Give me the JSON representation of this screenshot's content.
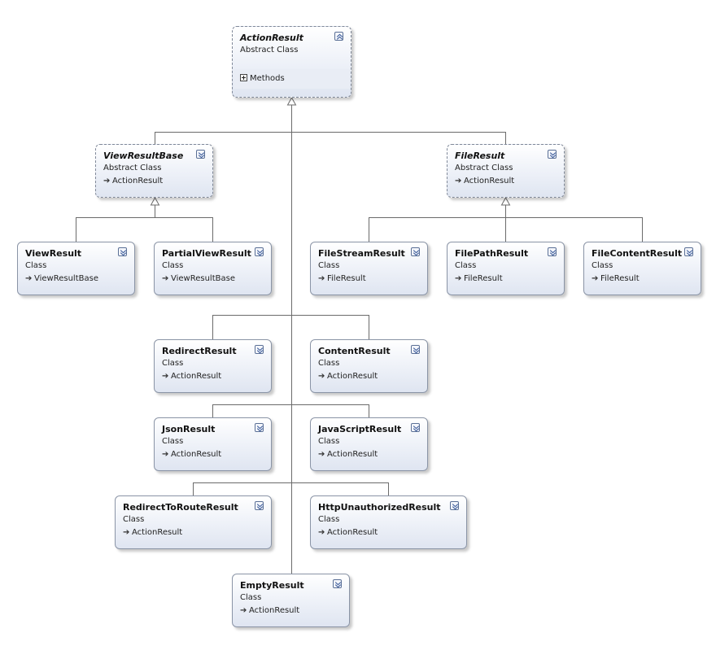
{
  "diagram": {
    "root": {
      "name": "ActionResult",
      "kind": "Abstract Class",
      "compartment": "Methods"
    },
    "classes": [
      {
        "id": "viewresultbase",
        "name": "ViewResultBase",
        "kind": "Abstract Class",
        "base": "ActionResult",
        "abstract": true
      },
      {
        "id": "fileresult",
        "name": "FileResult",
        "kind": "Abstract Class",
        "base": "ActionResult",
        "abstract": true
      },
      {
        "id": "viewresult",
        "name": "ViewResult",
        "kind": "Class",
        "base": "ViewResultBase"
      },
      {
        "id": "partialviewresult",
        "name": "PartialViewResult",
        "kind": "Class",
        "base": "ViewResultBase"
      },
      {
        "id": "filestreamresult",
        "name": "FileStreamResult",
        "kind": "Class",
        "base": "FileResult"
      },
      {
        "id": "filepathresult",
        "name": "FilePathResult",
        "kind": "Class",
        "base": "FileResult"
      },
      {
        "id": "filecontentresult",
        "name": "FileContentResult",
        "kind": "Class",
        "base": "FileResult"
      },
      {
        "id": "redirectresult",
        "name": "RedirectResult",
        "kind": "Class",
        "base": "ActionResult"
      },
      {
        "id": "contentresult",
        "name": "ContentResult",
        "kind": "Class",
        "base": "ActionResult"
      },
      {
        "id": "jsonresult",
        "name": "JsonResult",
        "kind": "Class",
        "base": "ActionResult"
      },
      {
        "id": "javascriptresult",
        "name": "JavaScriptResult",
        "kind": "Class",
        "base": "ActionResult"
      },
      {
        "id": "redirecttorouteresult",
        "name": "RedirectToRouteResult",
        "kind": "Class",
        "base": "ActionResult"
      },
      {
        "id": "httpunauthorizedresult",
        "name": "HttpUnauthorizedResult",
        "kind": "Class",
        "base": "ActionResult"
      },
      {
        "id": "emptyresult",
        "name": "EmptyResult",
        "kind": "Class",
        "base": "ActionResult"
      }
    ],
    "icons": {
      "inherit": "inherits-arrow-icon",
      "collapse": "collapse-chevron-icon",
      "expand": "expand-chevron-icon",
      "compartment": "plus-box-icon"
    },
    "colors": {
      "line": "#6b6b6b",
      "border": "#8a94a6",
      "fill_top": "#ffffff",
      "fill_bottom": "#dfe5f1",
      "chevron": "#3a5a9a"
    }
  }
}
